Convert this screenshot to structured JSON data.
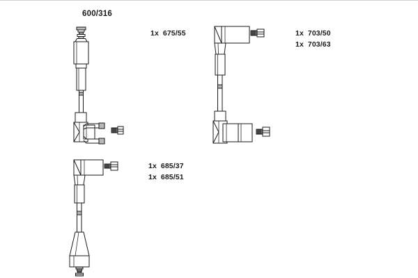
{
  "diagram": {
    "title": "600/316",
    "kind": "ignition-cable-set-parts-diagram",
    "background_color": "#ffffff",
    "line_color": "#1a1a1a",
    "fill_color": "#ffffff",
    "shade_color": "#9a9a9a"
  },
  "labels": {
    "part_set": "600/316",
    "cable_1_qty": "1x  675/55",
    "cable_2_qty_a": "1x  703/50",
    "cable_2_qty_b": "1x  703/63",
    "cable_3_qty_a": "1x  685/37",
    "cable_3_qty_b": "1x  685/51"
  },
  "parts": [
    {
      "id": "cable-1",
      "label": "1x  675/55",
      "quantity": "1x",
      "number": "675/55",
      "position": "top-left",
      "top_end": "straight-spark-plug-boot",
      "bottom_end": "angled-distributor-boot-with-two-terminals"
    },
    {
      "id": "cable-2",
      "labels": [
        "1x  703/50",
        "1x  703/63"
      ],
      "numbers": [
        "703/50",
        "703/63"
      ],
      "quantity": "1x",
      "position": "top-right",
      "top_end": "right-angle-coil-boot-with-terminal",
      "bottom_end": "right-angle-boot-with-terminal"
    },
    {
      "id": "cable-3",
      "labels": [
        "1x  685/37",
        "1x  685/51"
      ],
      "numbers": [
        "685/37",
        "685/51"
      ],
      "quantity": "1x",
      "position": "bottom-left",
      "top_end": "right-angle-boot-with-terminal",
      "bottom_end": "straight-spark-plug-boot"
    }
  ]
}
